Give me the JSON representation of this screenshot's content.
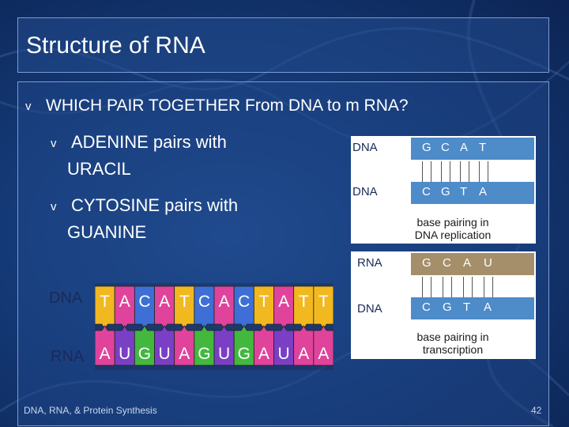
{
  "slide": {
    "title": "Structure of RNA",
    "question": "WHICH PAIR TOGETHER From DNA to m RNA?",
    "bullet_1": "ADENINE pairs with",
    "bullet_1b": "URACIL",
    "bullet_2": "CYTOSINE pairs with",
    "bullet_2b": "GUANINE",
    "bullet_glyph": "v",
    "footer": "DNA, RNA, & Protein Synthesis",
    "page_number": "42"
  },
  "replication_diagram": {
    "top_label": "DNA",
    "bottom_label": "DNA",
    "top_bases": [
      "G",
      "C",
      "A",
      "T"
    ],
    "bottom_bases": [
      "C",
      "G",
      "T",
      "A"
    ],
    "caption_1": "base pairing in",
    "caption_2": "DNA replication"
  },
  "transcription_diagram": {
    "top_label": "RNA",
    "bottom_label": "DNA",
    "top_bases": [
      "G",
      "C",
      "A",
      "U"
    ],
    "bottom_bases": [
      "C",
      "G",
      "T",
      "A"
    ],
    "caption_1": "base pairing in",
    "caption_2": "transcription"
  },
  "sequence_strip": {
    "dna_label": "DNA",
    "rna_label": "RNA",
    "dna_bases": [
      "T",
      "A",
      "C",
      "A",
      "T",
      "C",
      "A",
      "C",
      "T",
      "A",
      "T",
      "T"
    ],
    "rna_bases": [
      "A",
      "U",
      "G",
      "U",
      "A",
      "G",
      "U",
      "G",
      "A",
      "U",
      "A",
      "A"
    ],
    "base_colors": {
      "A": "#e0439c",
      "T": "#f2b820",
      "C": "#3d6fd6",
      "G": "#42b83f",
      "U": "#7a3fc4"
    }
  },
  "colors": {
    "dna_strand": "#4d8bc9",
    "rna_strand": "#a58f6a"
  }
}
